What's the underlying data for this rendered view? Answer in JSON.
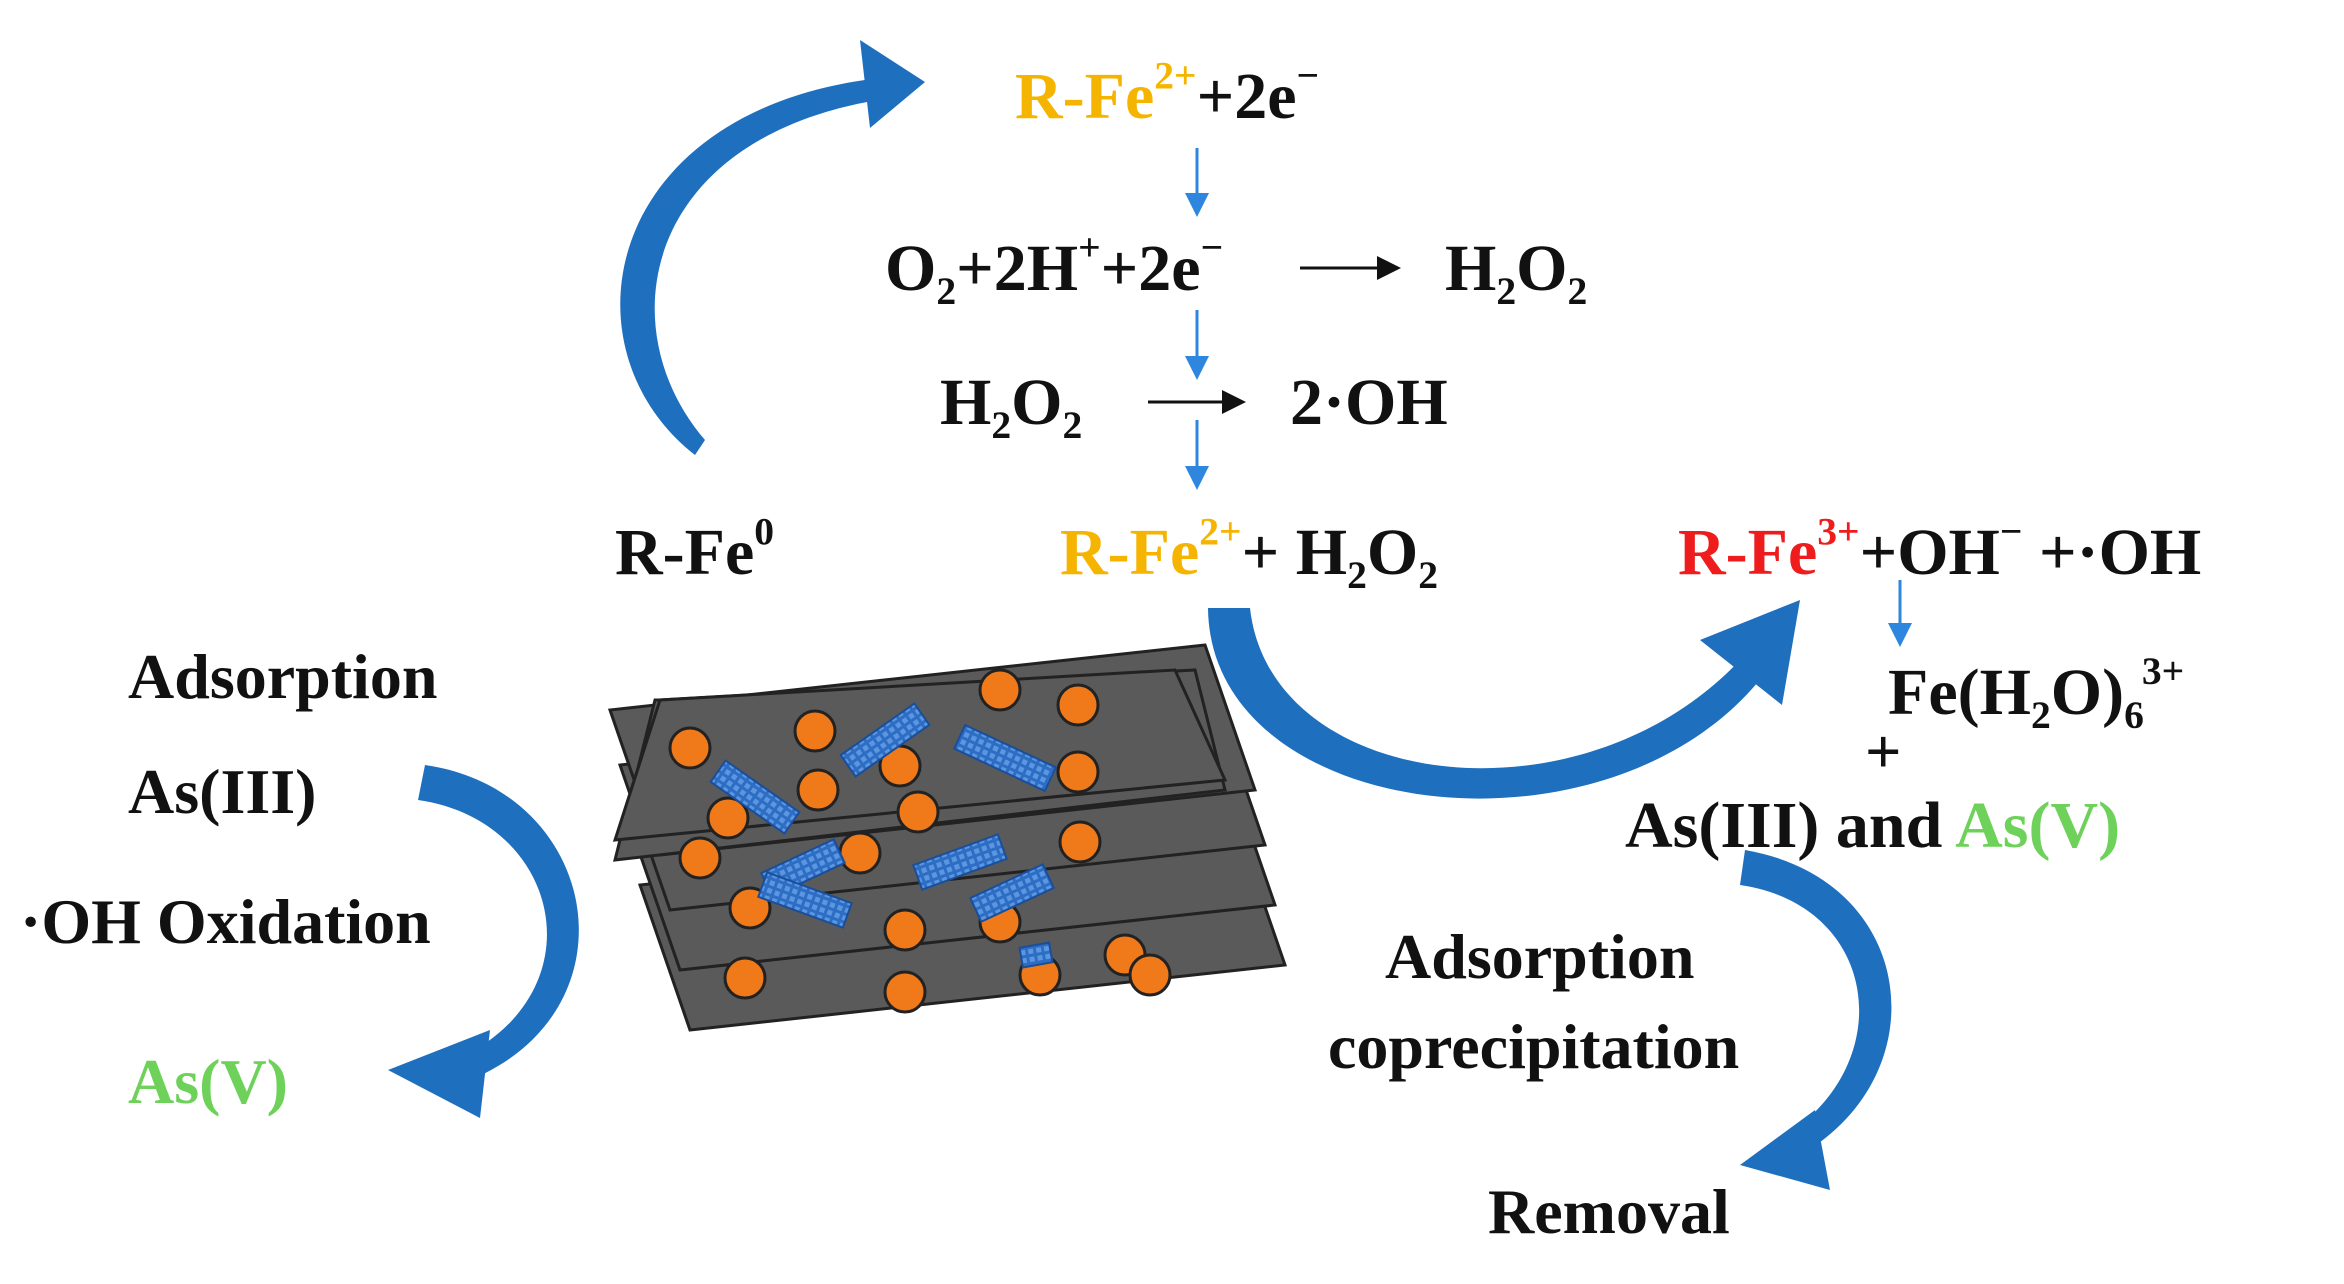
{
  "colors": {
    "iron2": "#F5B400",
    "iron3": "#EE1C1C",
    "arsenic5": "#6DD15A",
    "arrow": "#1F6FBF",
    "small_arrow": "#2E86DE",
    "sheet": "#5A5A5A",
    "particle": "#F07A1A",
    "tube": "#2D6DC4",
    "text": "#111111"
  },
  "reactions": {
    "r1": {
      "species": "R-Fe",
      "sup": "2+",
      "rest": "+2e",
      "rest_sup": "−"
    },
    "r2": {
      "a": "O",
      "a_sub": "2",
      "b": "+2H",
      "b_sup": "+",
      "c": "+2e",
      "c_sup": "−",
      "d": "H",
      "d_sub": "2",
      "e": "O",
      "e_sub": "2"
    },
    "r3": {
      "a": "H",
      "a_sub": "2",
      "b": "O",
      "b_sub": "2",
      "product": "2·OH"
    },
    "fe0": {
      "species": "R-Fe",
      "sup": "0"
    },
    "r4": {
      "species": "R-Fe",
      "sup": "2+",
      "rest": "+ H",
      "rest_sub": "2",
      "o": "O",
      "o_sub": "2"
    },
    "r5": {
      "species": "R-Fe",
      "sup": "3+",
      "rest": "+OH",
      "rest_sup": "−",
      "tail": " +·OH"
    },
    "hydrate": {
      "a": "Fe(H",
      "a_sub": "2",
      "b": "O)",
      "b_sub": "6",
      "b_sup": "3+"
    },
    "plus": "+",
    "arsenic": {
      "as3": "As(III)",
      "and": " and ",
      "as5": "As(V)"
    }
  },
  "left_labels": {
    "adsorption": "Adsorption",
    "as3": "As(III)",
    "oxidation": "·OH Oxidation",
    "as5": "As(V)"
  },
  "right_labels": {
    "adsorption": "Adsorption",
    "coprecipitation": "coprecipitation",
    "removal": "Removal"
  }
}
